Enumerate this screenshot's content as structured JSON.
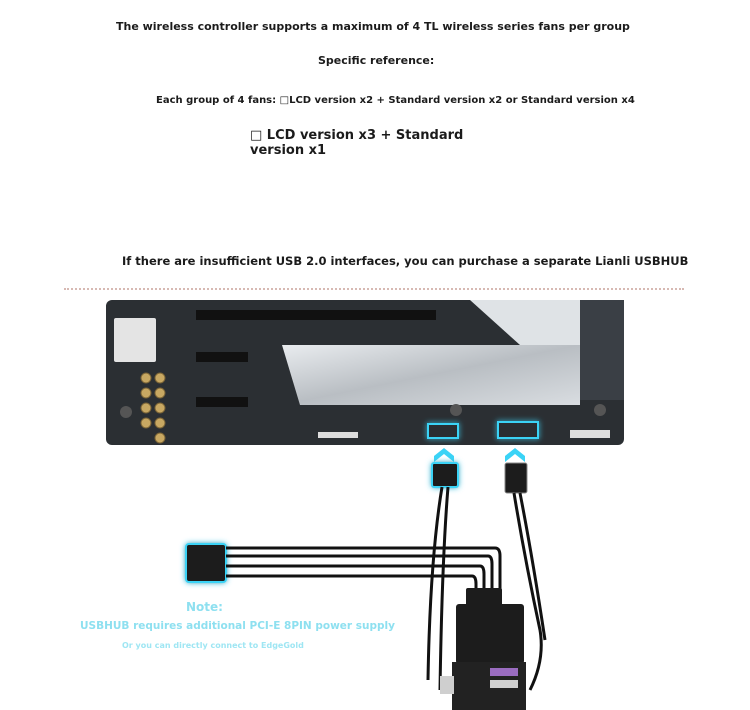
{
  "text": {
    "line1": "The wireless controller supports a maximum of 4 TL wireless series fans per group",
    "line2": "Specific reference:",
    "line3": "Each group of 4 fans: □LCD version x2 + Standard version x2 or Standard version x4",
    "line4": "□ LCD version x3 + Standard version x1",
    "line5": "If there are insufficient USB 2.0 interfaces, you can purchase a separate Lianli USBHUB"
  },
  "note": {
    "title": "Note:",
    "line1": "USBHUB requires additional PCI-E 8PIN power supply",
    "line2": "Or you can directly connect to EdgeGold"
  },
  "colors": {
    "text": "#1b1b1b",
    "note": "#8ee0f0",
    "glow": "#33c8f0",
    "board": "#2b2f33",
    "heatsink": "#c9cdd1",
    "cable": "#111111"
  },
  "icons": {
    "arrow": "chevron-up-double-icon"
  }
}
